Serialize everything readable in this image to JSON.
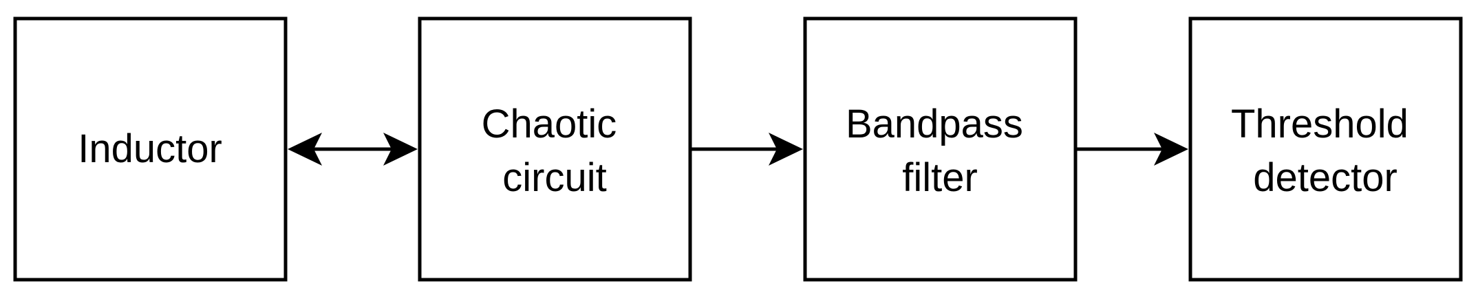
{
  "diagram": {
    "blocks": [
      {
        "id": "inductor",
        "lines": [
          "Inductor"
        ]
      },
      {
        "id": "chaotic-circuit",
        "lines": [
          "Chaotic",
          "circuit"
        ]
      },
      {
        "id": "bandpass-filter",
        "lines": [
          "Bandpass",
          "filter"
        ]
      },
      {
        "id": "threshold-detector",
        "lines": [
          "Threshold",
          "detector"
        ]
      }
    ],
    "connections": [
      {
        "from": "inductor",
        "to": "chaotic-circuit",
        "direction": "bidirectional"
      },
      {
        "from": "chaotic-circuit",
        "to": "bandpass-filter",
        "direction": "forward"
      },
      {
        "from": "bandpass-filter",
        "to": "threshold-detector",
        "direction": "forward"
      }
    ],
    "colors": {
      "stroke": "#000000",
      "fill": "#ffffff",
      "text": "#000000"
    }
  }
}
